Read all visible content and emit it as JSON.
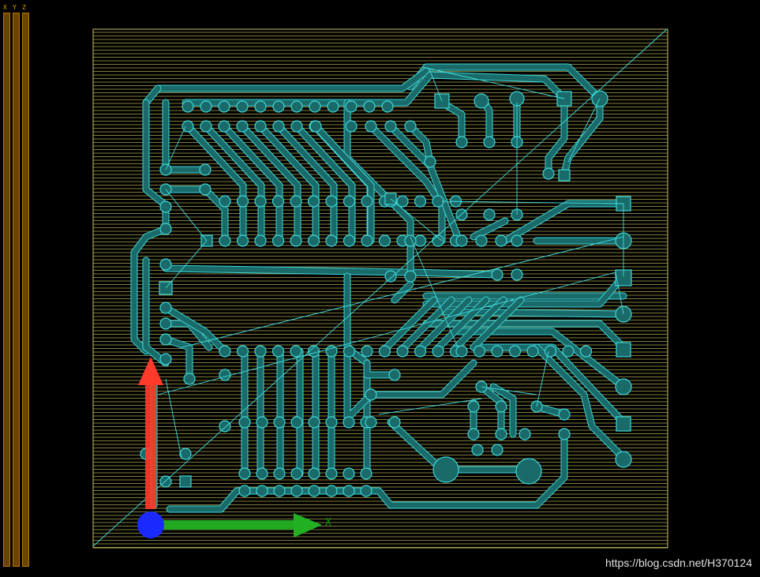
{
  "axis_panel": {
    "labels": [
      "X",
      "Y",
      "Z"
    ]
  },
  "gizmo": {
    "x_label": "X"
  },
  "colors": {
    "background": "#000000",
    "hatch": "#c8c060",
    "trace": "#1a6a6a",
    "trace_edge": "#3fd6d6",
    "ratsnest": "#40e0e0",
    "axis_x": "#22b022",
    "axis_y": "#ff3a2a",
    "axis_z": "#1a2aff",
    "axis_panel": "#6b4500"
  },
  "watermark": "https://blog.csdn.net/H370124"
}
